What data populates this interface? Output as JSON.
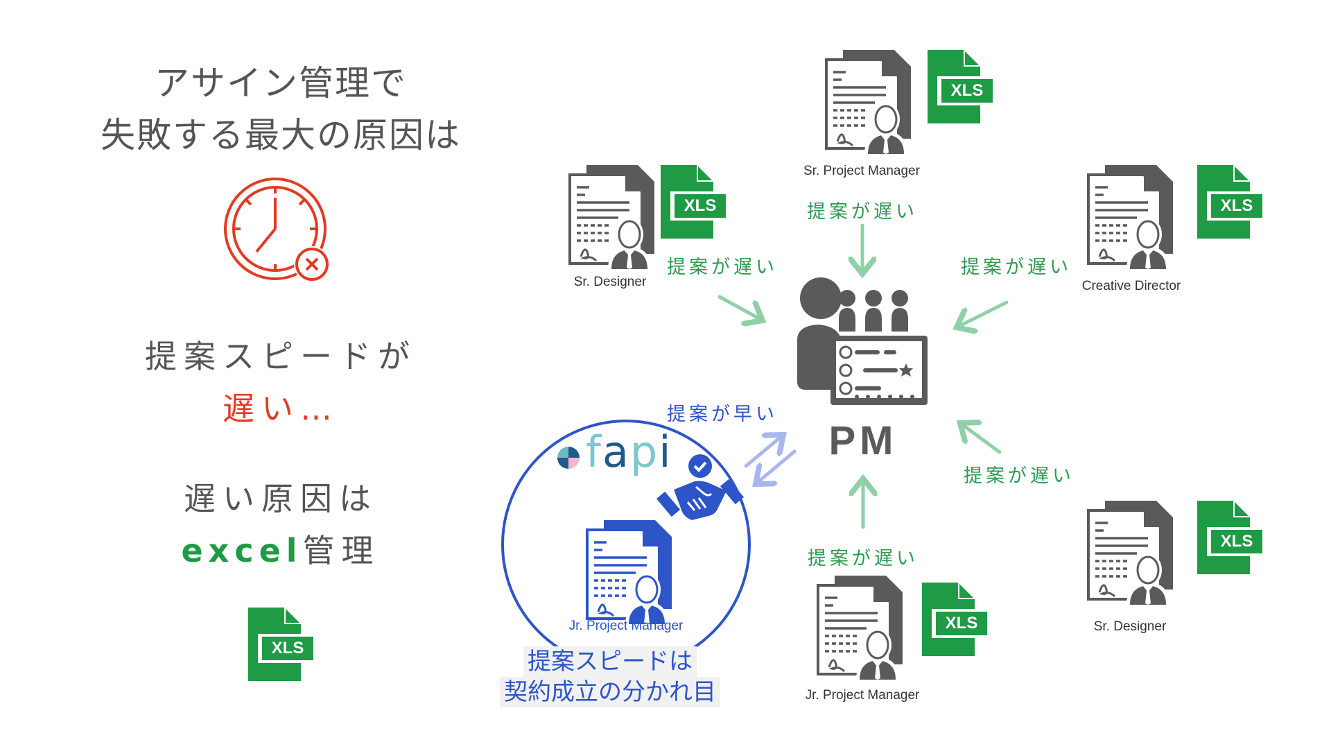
{
  "left_panel": {
    "title_line1": "アサイン管理で",
    "title_line2": "失敗する最大の原因は",
    "clock_icon": "clock-late-icon",
    "speed_line": "提案スピードが",
    "slow_line": "遅い…",
    "reason_line": "遅い原因は",
    "excel_word": "excel",
    "management_word": "管理",
    "xls_label": "XLS"
  },
  "center": {
    "pm_label": "PM",
    "pm_icon": "presenter-team-board-icon"
  },
  "roles": [
    {
      "name": "Sr. Project Manager",
      "file_badge": "XLS",
      "speed_label": "提案が遅い"
    },
    {
      "name": "Sr. Designer",
      "file_badge": "XLS",
      "speed_label": "提案が遅い"
    },
    {
      "name": "Creative Director",
      "file_badge": "XLS",
      "speed_label": "提案が遅い"
    },
    {
      "name": "Sr. Designer",
      "file_badge": "XLS",
      "speed_label": "提案が遅い"
    },
    {
      "name": "Jr. Project Manager",
      "file_badge": "XLS",
      "speed_label": "提案が遅い"
    }
  ],
  "fapi": {
    "brand": "fapi",
    "role_name": "Jr. Project Manager",
    "speed_label": "提案が早い",
    "caption_line1": "提案スピードは",
    "caption_line2": "契約成立の分かれ目"
  },
  "colors": {
    "gray_text": "#555555",
    "red": "#e23b22",
    "excel_green": "#1f9a45",
    "arrow_green": "#8fd0a8",
    "fapi_blue": "#2d55c8",
    "arrow_blue": "#a9b6ef",
    "icon_gray": "#5a5a5a"
  }
}
